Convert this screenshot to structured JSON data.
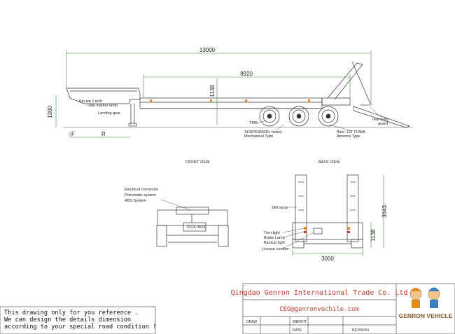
{
  "dimensions": {
    "overall_length": "13000",
    "deck_length": "8920",
    "deck_height": "1138",
    "overall_height": "1300",
    "front_f": "F",
    "front_r": "R",
    "back_height": "1138",
    "back_total_height": "3043",
    "back_width": "3000"
  },
  "side_labels": {
    "king_pin": "Kin pin 2 inch",
    "side_marker": "Side marker lamp",
    "landing_gear": "Landing gear",
    "tire": "TIRE",
    "suspension": "SUSPENSION: heavy",
    "mechanical": "Mechanical Type",
    "rear_guard_1": "rear safty",
    "rear_guard_2": "guard",
    "axle_1": "Axle: 13T FUWA",
    "axle_2": "America Type"
  },
  "front_view": {
    "title": "FRONT VIEW",
    "electrical": "Electrical connector",
    "pneumatic": "Pneumatic system",
    "abs": "ABS System",
    "toolbox": "TOOL BOX"
  },
  "back_view": {
    "title": "BACK VIEW",
    "still_ramp": "Still ramp",
    "turn_light": "Turn light",
    "brake_lamp": "Brake Lamp",
    "backup_light": "Backup light",
    "license_number": "License number"
  },
  "note": {
    "line1": "This drawing only for you reference .",
    "line2": "We can design the details dimension",
    "line3": "according to your special road condition !"
  },
  "title_block": {
    "company": "Qingdao Genron International Trade Co. Ltd",
    "email": "CEO@genronvechile.com",
    "draw": "DRAW",
    "weight": "WEIGHT",
    "date": "DATE",
    "revision": "REVISION",
    "logo_text": "GENRON VEHICLE"
  },
  "colors": {
    "line": "#333333",
    "dim_green": "#3a8a3a",
    "title_red": "#c0392b",
    "lamp_orange": "#e08a1e",
    "title_border": "#555555"
  }
}
